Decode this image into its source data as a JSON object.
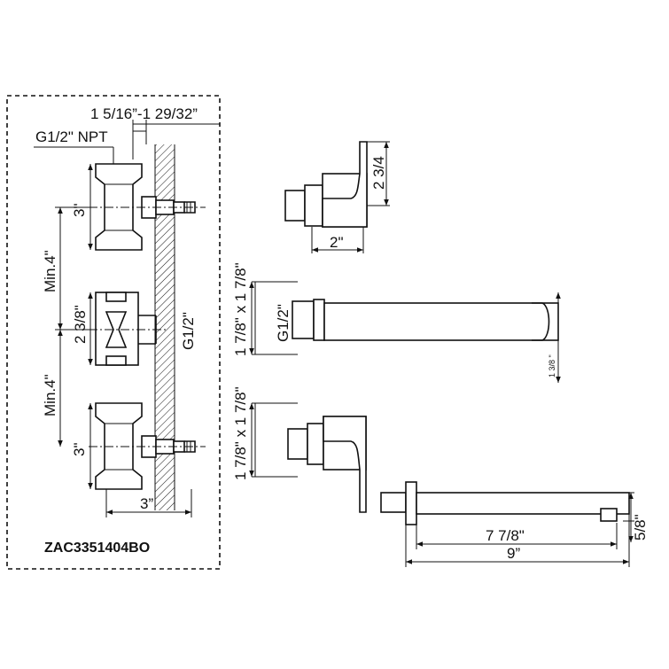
{
  "model_number": "ZAC3351404BO",
  "rough_in": {
    "wall_depth_range": "1 5/16”-1 29/32”",
    "inlet_thread": "G1/2\" NPT",
    "valve_height_top": "3\"",
    "min_spacing_top": "Min.4\"",
    "diverter_height": "2 3/8\"",
    "outlet_thread": "G1/2\"",
    "min_spacing_bottom": "Min.4\"",
    "valve_height_bottom": "3\"",
    "valve_width": "3”"
  },
  "side_view": {
    "handle_height": "2 3/4",
    "handle_depth": "2\""
  },
  "top_view": {
    "plate_size": "1 7/8\" x 1 7/8\"",
    "connection": "G1/2\"",
    "spout_height": "1 3/8 \""
  },
  "front_view": {
    "plate_size": "1 7/8\" x 1 7/8\""
  },
  "spout_view": {
    "spout_reach": "7 7/8\"",
    "overall_length": "9”",
    "outlet_height": "5/8\""
  }
}
